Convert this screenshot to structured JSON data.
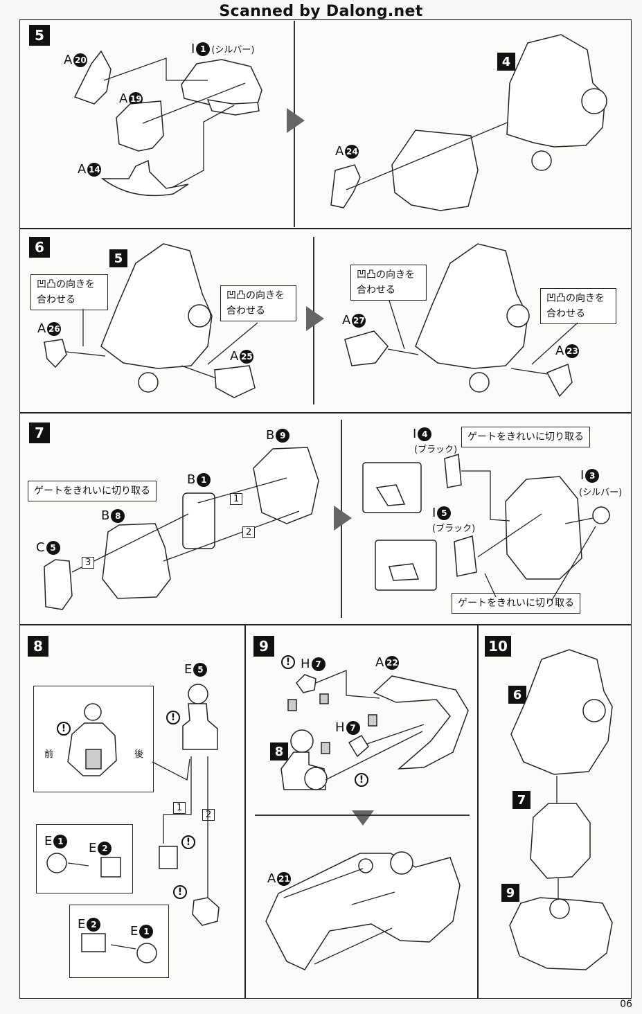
{
  "watermark": "Scanned by Dalong.net",
  "page_number": "06",
  "steps": {
    "s5": {
      "num": "5",
      "parts": {
        "a20": "20",
        "a19": "19",
        "a14": "14",
        "i1": "1",
        "i1_note": "(シルバー)",
        "a24": "24",
        "ref4": "4"
      }
    },
    "s6": {
      "num": "6",
      "ref5": "5",
      "callout_left": "凹凸の向きを\n合わせる",
      "callout_mid": "凹凸の向きを\n合わせる",
      "callout_r1": "凹凸の向きを\n合わせる",
      "callout_r2": "凹凸の向きを\n合わせる",
      "parts": {
        "a26": "26",
        "a25": "25",
        "a27": "27",
        "a23": "23"
      }
    },
    "s7": {
      "num": "7",
      "callout_gate_left": "ゲートをきれいに切り取る",
      "callout_gate_right_top": "ゲートをきれいに切り取る",
      "callout_gate_right_bottom": "ゲートをきれいに切り取る",
      "parts": {
        "b9": "9",
        "b1": "1",
        "b8": "8",
        "c5": "5",
        "i4": "4",
        "i4_note": "(ブラック)",
        "i5": "5",
        "i5_note": "(ブラック)",
        "i3": "3",
        "i3_note": "(シルバー)"
      },
      "order": [
        "1",
        "2",
        "3"
      ]
    },
    "s8": {
      "num": "8",
      "front": "前",
      "back": "後",
      "parts": {
        "e5": "5",
        "e1a": "1",
        "e2a": "2",
        "e2b": "2",
        "e1b": "1"
      },
      "order": [
        "1",
        "2"
      ]
    },
    "s9": {
      "num": "9",
      "ref8": "8",
      "parts": {
        "h7a": "7",
        "h7b": "7",
        "a22": "22",
        "a21": "21"
      }
    },
    "s10": {
      "num": "10",
      "ref6": "6",
      "ref7": "7",
      "ref9": "9"
    }
  },
  "letters": {
    "A": "A",
    "B": "B",
    "C": "C",
    "E": "E",
    "H": "H",
    "I": "I"
  },
  "warn": "!"
}
